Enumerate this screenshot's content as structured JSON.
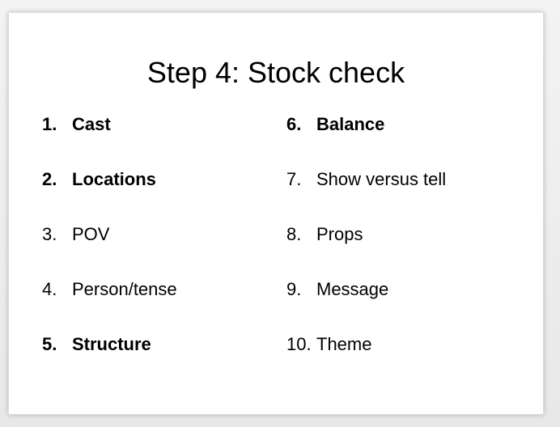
{
  "slide": {
    "title": "Step 4: Stock check",
    "left_items": [
      {
        "num": "1.",
        "label": "Cast",
        "bold": true
      },
      {
        "num": "2.",
        "label": "Locations",
        "bold": true
      },
      {
        "num": "3.",
        "label": "POV",
        "bold": false
      },
      {
        "num": "4.",
        "label": "Person/tense",
        "bold": false
      },
      {
        "num": "5.",
        "label": "Structure",
        "bold": true
      }
    ],
    "right_items": [
      {
        "num": "6.",
        "label": "Balance",
        "bold": true
      },
      {
        "num": "7.",
        "label": "Show versus tell",
        "bold": false
      },
      {
        "num": "8.",
        "label": "Props",
        "bold": false
      },
      {
        "num": "9.",
        "label": "Message",
        "bold": false
      },
      {
        "num": "10.",
        "label": "Theme",
        "bold": false
      }
    ]
  }
}
